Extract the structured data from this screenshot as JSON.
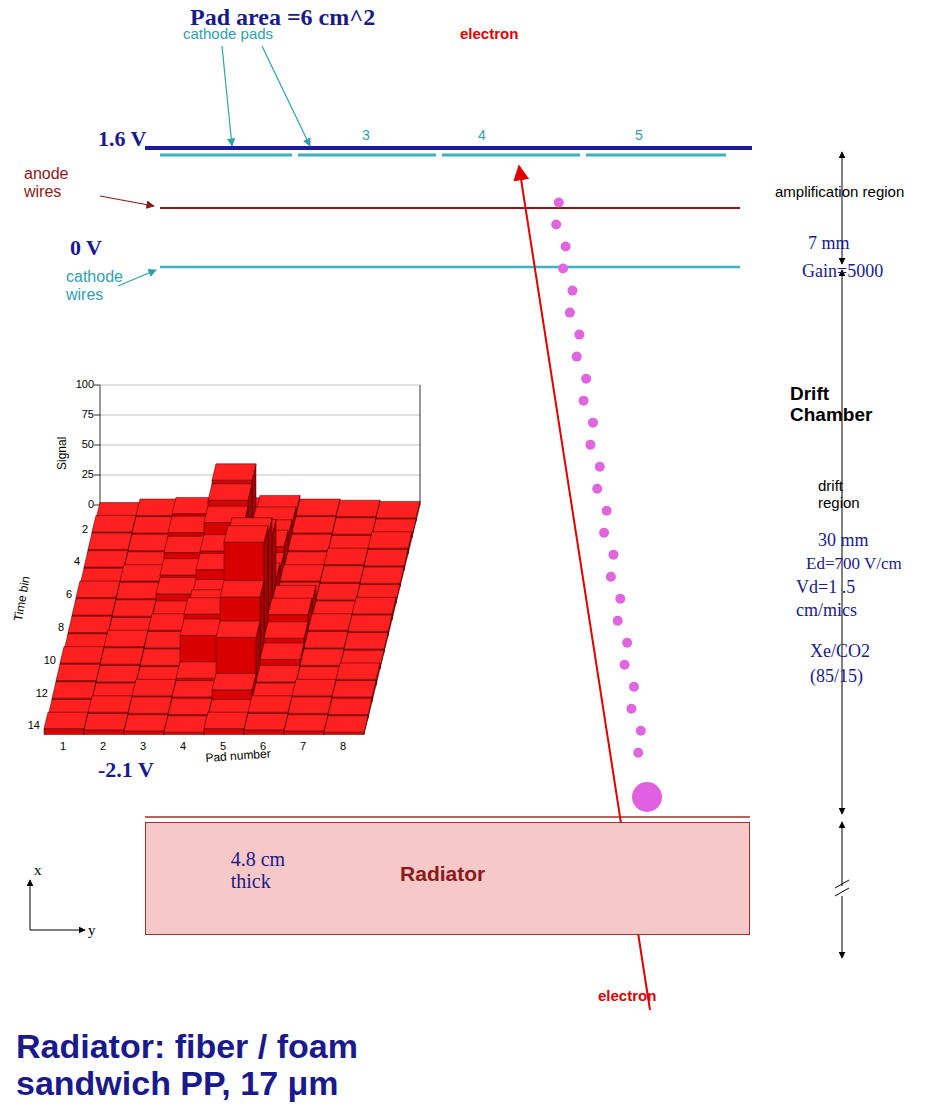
{
  "diagram": {
    "title": "Pad area =6 cm^2",
    "caption": "Radiator: fiber / foam sandwich PP, 17 μm",
    "nodes": [
      {
        "text": [
          "Radiator",
          "4.8 cm thick"
        ]
      }
    ],
    "labels": [
      "cathode pads",
      "electron",
      "3",
      "4",
      "5",
      "1.6 V",
      "anode wires",
      "0 V",
      "cathode wires",
      "amplification region",
      "7 mm",
      "Gain=5000",
      "Drift Chamber",
      "drift region",
      "30 mm",
      "Ed=700 V/cm",
      "Vd=1 .5",
      "cm/mics",
      "Xe/CO2",
      "(85/15)",
      "-2.1 V",
      "x",
      "y",
      "electron",
      "Signal",
      "100",
      "75",
      "50",
      "25",
      "0",
      "Time bin",
      "2",
      "4",
      "6",
      "8",
      "10",
      "12",
      "14",
      "Pad number",
      "1",
      "2",
      "3",
      "4",
      "5",
      "6",
      "7",
      "8"
    ]
  }
}
